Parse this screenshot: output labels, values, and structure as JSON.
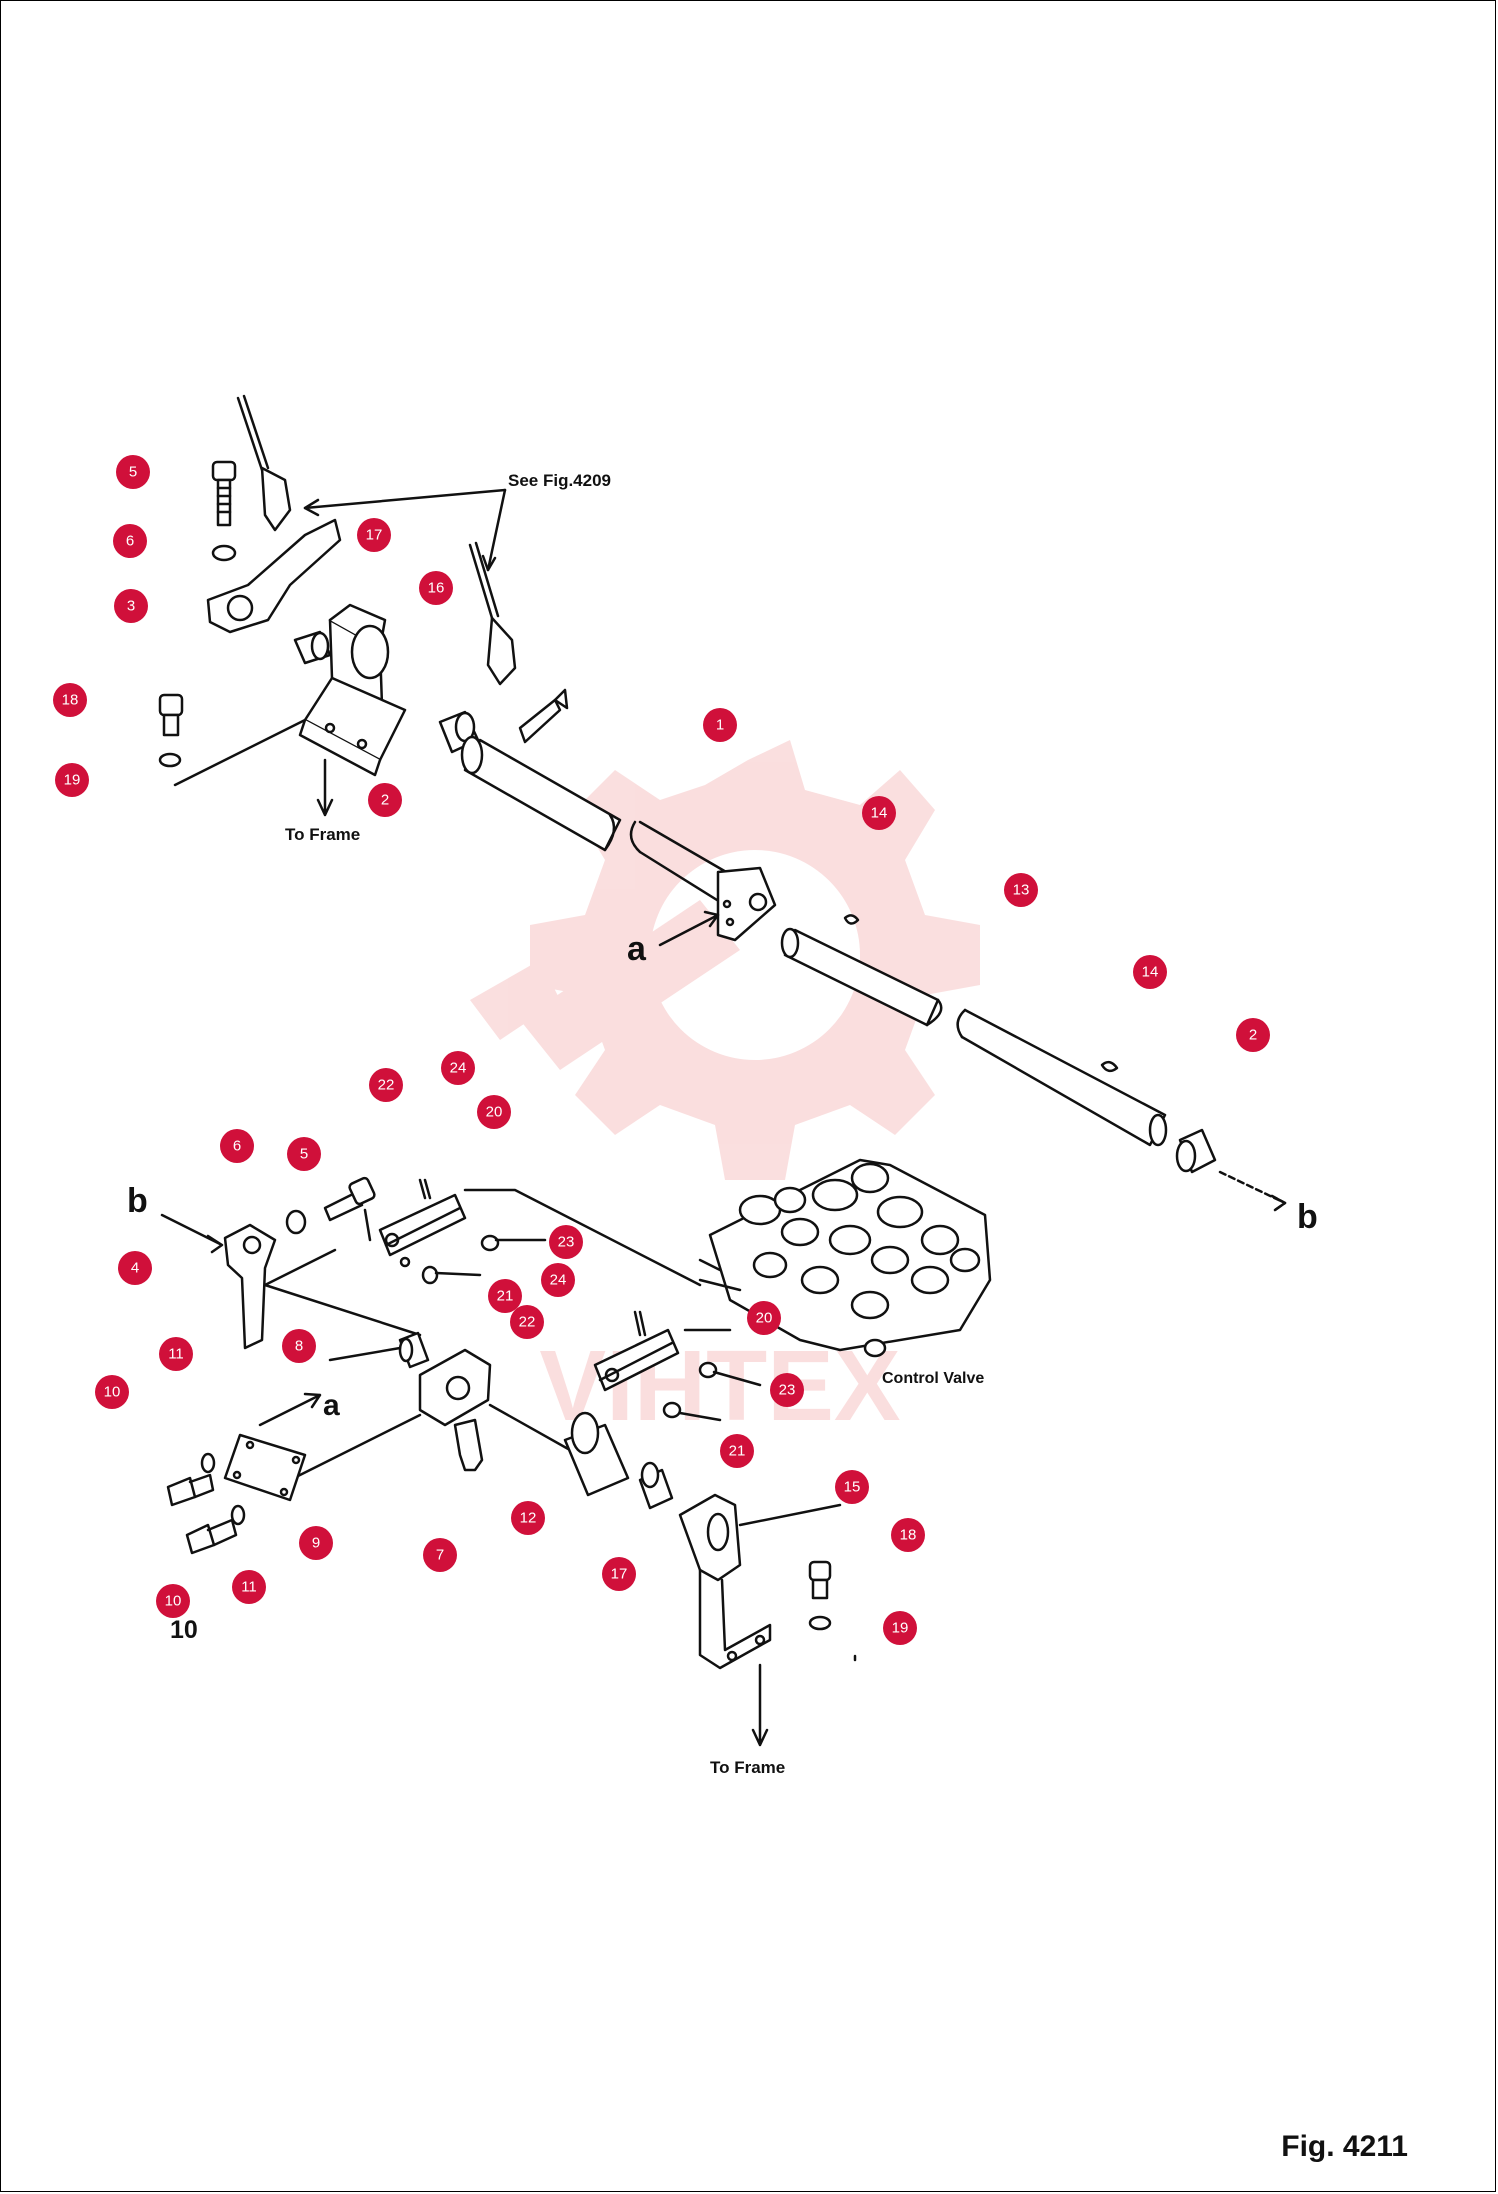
{
  "figure": {
    "caption": "Fig. 4211"
  },
  "labels": {
    "see_fig": "See Fig.4209",
    "to_frame_upper": "To Frame",
    "to_frame_lower": "To Frame",
    "control_valve": "Control Valve",
    "ref_a_upper": "a",
    "ref_a_lower": "a",
    "ref_b_upper": "b",
    "ref_b_lower": "b"
  },
  "watermark": {
    "text": "VIHTEX",
    "color": "#f3b9b9"
  },
  "callout_color": "#d0103a",
  "callouts": [
    {
      "id": "c1",
      "num": "5"
    },
    {
      "id": "c2",
      "num": "6"
    },
    {
      "id": "c3",
      "num": "3"
    },
    {
      "id": "c4",
      "num": "17"
    },
    {
      "id": "c5",
      "num": "16"
    },
    {
      "id": "c6",
      "num": "18"
    },
    {
      "id": "c7",
      "num": "19"
    },
    {
      "id": "c8",
      "num": "2"
    },
    {
      "id": "c9",
      "num": "1"
    },
    {
      "id": "c10",
      "num": "14"
    },
    {
      "id": "c11",
      "num": "13"
    },
    {
      "id": "c12",
      "num": "14"
    },
    {
      "id": "c13",
      "num": "2"
    },
    {
      "id": "c14",
      "num": "22"
    },
    {
      "id": "c15",
      "num": "24"
    },
    {
      "id": "c16",
      "num": "20"
    },
    {
      "id": "c17",
      "num": "5"
    },
    {
      "id": "c18",
      "num": "6"
    },
    {
      "id": "c19",
      "num": "4"
    },
    {
      "id": "c20",
      "num": "23"
    },
    {
      "id": "c21",
      "num": "24"
    },
    {
      "id": "c22",
      "num": "21"
    },
    {
      "id": "c23",
      "num": "22"
    },
    {
      "id": "c24",
      "num": "20"
    },
    {
      "id": "c25",
      "num": "8"
    },
    {
      "id": "c26",
      "num": "11"
    },
    {
      "id": "c27",
      "num": "10"
    },
    {
      "id": "c28",
      "num": "23"
    },
    {
      "id": "c29",
      "num": "21"
    },
    {
      "id": "c30",
      "num": "15"
    },
    {
      "id": "c31",
      "num": "12"
    },
    {
      "id": "c32",
      "num": "9"
    },
    {
      "id": "c33",
      "num": "7"
    },
    {
      "id": "c34",
      "num": "17"
    },
    {
      "id": "c35",
      "num": "18"
    },
    {
      "id": "c36",
      "num": "10"
    },
    {
      "id": "c37",
      "num": "11"
    },
    {
      "id": "c38",
      "num": "19"
    }
  ],
  "part_numbers": {
    "n10": "10"
  }
}
